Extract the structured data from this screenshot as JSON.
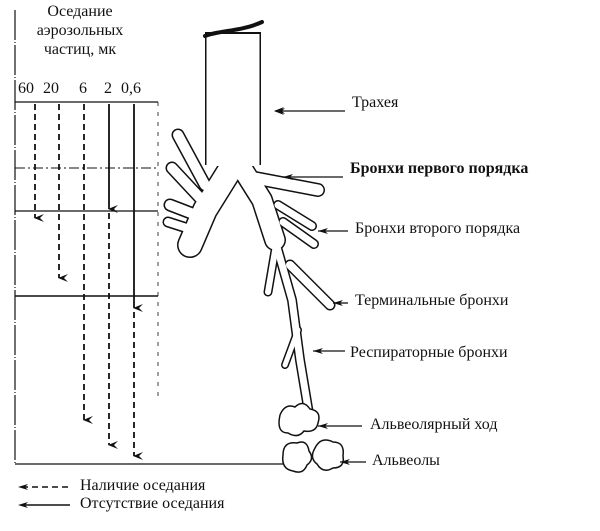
{
  "header": {
    "line1": "Оседание",
    "line2": "аэрозольных",
    "line3": "частиц, мк"
  },
  "particle_sizes": [
    "60",
    "20",
    "6",
    "2",
    "0,6"
  ],
  "labels": {
    "trachea": "Трахея",
    "bronchi_1": "Бронхи первого порядка",
    "bronchi_2": "Бронхи второго порядка",
    "terminal": "Терминальные бронхи",
    "respiratory": "Респираторные бронхи",
    "alveolar_duct": "Альвеолярный ход",
    "alveoli": "Альвеолы"
  },
  "legend": {
    "dashed": "Наличие оседания",
    "solid": "Отсутствие оседания"
  }
}
